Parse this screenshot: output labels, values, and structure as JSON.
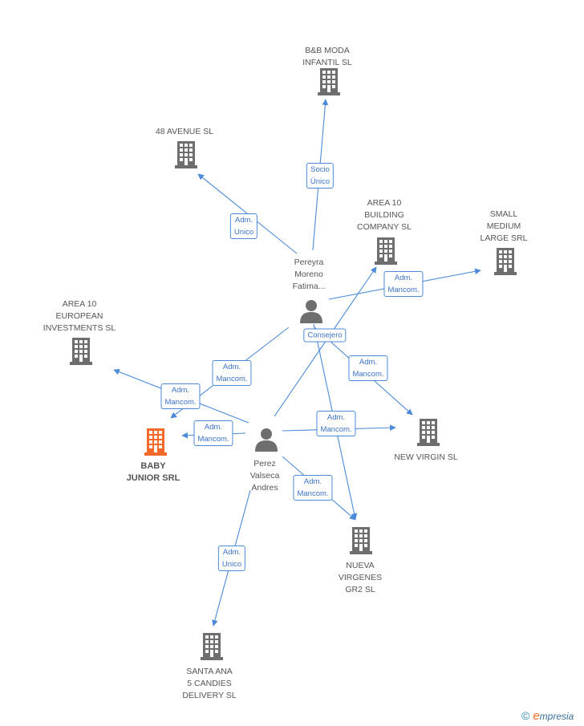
{
  "colors": {
    "edge": "#4a8ad8",
    "company_icon": "#6e6e6e",
    "focus_company_icon": "#f26a2a",
    "person_icon": "#6e6e6e",
    "label_text": "#555555",
    "edge_label_text": "#3b72c4"
  },
  "nodes": [
    {
      "id": "bb_moda",
      "kind": "company",
      "label": "B&B MODA\nINFANTIL SL"
    },
    {
      "id": "48_avenue",
      "kind": "company",
      "label": "48 AVENUE  SL"
    },
    {
      "id": "area10_building",
      "kind": "company",
      "label": "AREA 10\nBUILDING\nCOMPANY SL"
    },
    {
      "id": "small_medium",
      "kind": "company",
      "label": "SMALL\nMEDIUM\nLARGE SRL"
    },
    {
      "id": "area10_european",
      "kind": "company",
      "label": "AREA 10\nEUROPEAN\nINVESTMENTS SL"
    },
    {
      "id": "baby_junior",
      "kind": "company",
      "label": "BABY\nJUNIOR SRL",
      "focus": true
    },
    {
      "id": "new_virgin",
      "kind": "company",
      "label": "NEW VIRGIN SL"
    },
    {
      "id": "nueva_virgenes",
      "kind": "company",
      "label": "NUEVA\nVIRGENES\nGR2 SL"
    },
    {
      "id": "santa_ana",
      "kind": "company",
      "label": "SANTA ANA\n5 CANDIES\nDELIVERY SL"
    },
    {
      "id": "pereyra",
      "kind": "person",
      "label": "Pereyra\nMoreno\nFatima..."
    },
    {
      "id": "perez",
      "kind": "person",
      "label": "Perez\nValseca\nAndres"
    }
  ],
  "edges": [
    {
      "from": "pereyra",
      "to": "bb_moda",
      "label": "Socio\nÚnico"
    },
    {
      "from": "pereyra",
      "to": "48_avenue",
      "label": "Adm.\nUnico"
    },
    {
      "from": "pereyra",
      "to": "small_medium",
      "label": "Adm.\nMancom."
    },
    {
      "from": "pereyra",
      "to": "new_virgin",
      "label": "Adm.\nMancom."
    },
    {
      "from": "pereyra",
      "to": "nueva_virgenes",
      "label": ""
    },
    {
      "from": "pereyra",
      "to": "baby_junior",
      "label": "Adm.\nMancom."
    },
    {
      "from": "perez",
      "to": "area10_building",
      "label": "Consejero"
    },
    {
      "from": "perez",
      "to": "area10_european",
      "label": "Adm.\nMancom."
    },
    {
      "from": "perez",
      "to": "baby_junior",
      "label": "Adm.\nMancom."
    },
    {
      "from": "perez",
      "to": "new_virgin",
      "label": "Adm.\nMancom."
    },
    {
      "from": "perez",
      "to": "nueva_virgenes",
      "label": "Adm.\nMancom."
    },
    {
      "from": "perez",
      "to": "santa_ana",
      "label": "Adm.\nUnico"
    }
  ],
  "footer": {
    "copyright": "©",
    "brand_initial": "e",
    "brand_rest": "mpresia"
  }
}
